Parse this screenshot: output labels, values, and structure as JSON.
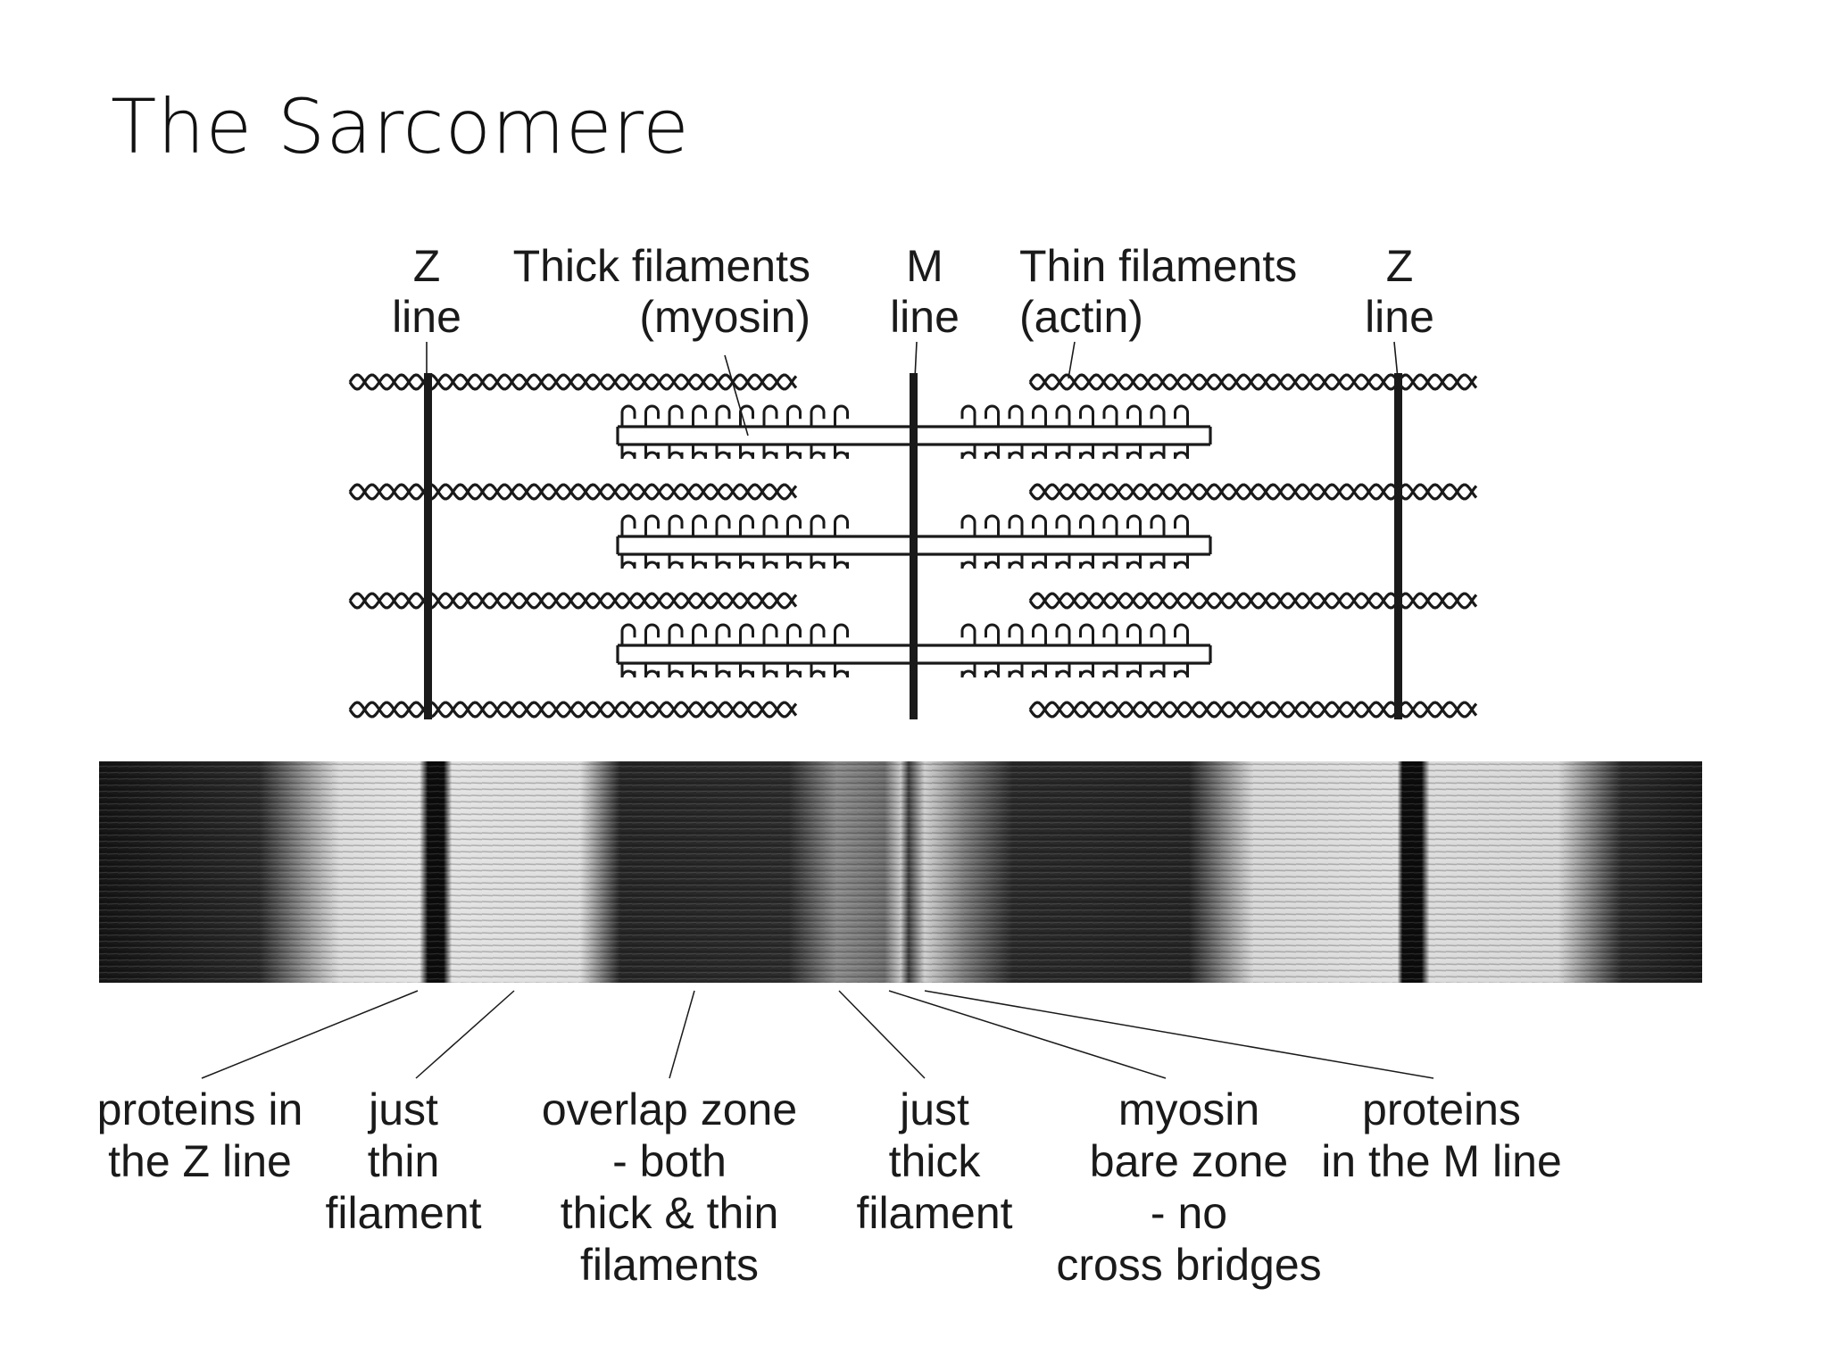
{
  "slide": {
    "title": "The Sarcomere"
  },
  "top_labels": [
    {
      "id": "z-left",
      "lines": [
        "Z",
        "line"
      ]
    },
    {
      "id": "thick",
      "lines": [
        "Thick filaments",
        "(myosin)"
      ]
    },
    {
      "id": "m",
      "lines": [
        "M",
        "line"
      ]
    },
    {
      "id": "thin",
      "lines": [
        "Thin filaments",
        "(actin)"
      ]
    },
    {
      "id": "z-right",
      "lines": [
        "Z",
        "line"
      ]
    }
  ],
  "bottom_labels": [
    {
      "id": "z-proteins",
      "lines": [
        "proteins in",
        "the Z line"
      ]
    },
    {
      "id": "just-thin",
      "lines": [
        "just",
        "thin",
        "filament"
      ]
    },
    {
      "id": "overlap",
      "lines": [
        "overlap zone",
        "- both",
        "thick & thin",
        "filaments"
      ]
    },
    {
      "id": "just-thick",
      "lines": [
        "just",
        "thick",
        "filament"
      ]
    },
    {
      "id": "bare-zone",
      "lines": [
        "myosin",
        "bare zone",
        "- no",
        "cross bridges"
      ]
    },
    {
      "id": "m-proteins",
      "lines": [
        "proteins",
        "in the M line"
      ]
    }
  ],
  "colors": {
    "ink": "#1a1a1a",
    "background": "#ffffff",
    "micrograph_dark": "#141414",
    "micrograph_light": "#e6e6e6"
  },
  "icons": {
    "thin_filament": "actin-helix",
    "thick_filament": "myosin-heads"
  }
}
